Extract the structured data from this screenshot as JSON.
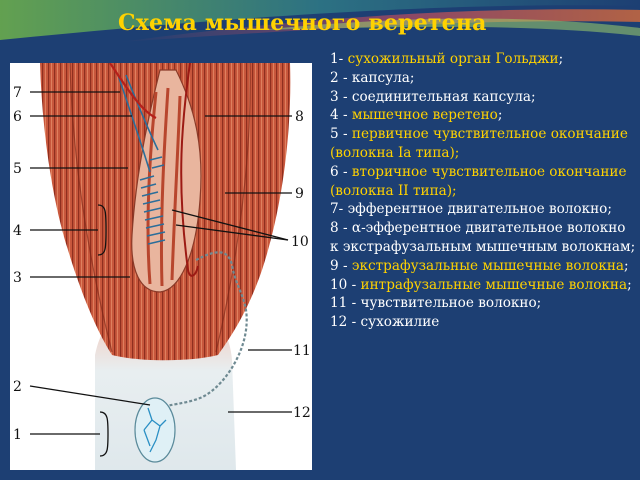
{
  "title": "Схема мышечного веретена",
  "figure_labels": [
    "7",
    "6",
    "5",
    "4",
    "3",
    "2",
    "1",
    "8",
    "9",
    "10",
    "11",
    "12"
  ],
  "legend": [
    {
      "pre": "1- ",
      "hl": "сухожильный орган Гольджи",
      "post": ";"
    },
    {
      "pre": "2 - капсула;",
      "hl": "",
      "post": ""
    },
    {
      "pre": "3 - соединительная капсула;",
      "hl": "",
      "post": ""
    },
    {
      "pre": "4 - ",
      "hl": "мышечное веретено",
      "post": ";"
    },
    {
      "pre": "5 - ",
      "hl": "первичное чувствительное окончание (волокна Ia типа);",
      "post": ""
    },
    {
      "pre": "6 - ",
      "hl": "вторичное чувствительное окончание (волокна II типа);",
      "post": ""
    },
    {
      "pre": "7-  эфферентное двигательное волокно;",
      "hl": "",
      "post": ""
    },
    {
      "pre": " 8 - α-эфферентное двигательное волокно к экстрафузальным мышечным волокнам;",
      "hl": "",
      "post": ""
    },
    {
      "pre": "9 - ",
      "hl": "экстрафузальные мышечные волокна",
      "post": ";"
    },
    {
      "pre": "10 - ",
      "hl": "интрафузальные мышечные волокна",
      "post": ";"
    },
    {
      "pre": "11 - чувствительное волокно;",
      "hl": "",
      "post": ""
    },
    {
      "pre": "12 - сухожилие",
      "hl": "",
      "post": ""
    }
  ],
  "colors": {
    "background": "#1d3f73",
    "highlight": "#ffd200",
    "text": "#ffffff",
    "muscle": "#c8573c",
    "tendon": "#e8eef0"
  }
}
